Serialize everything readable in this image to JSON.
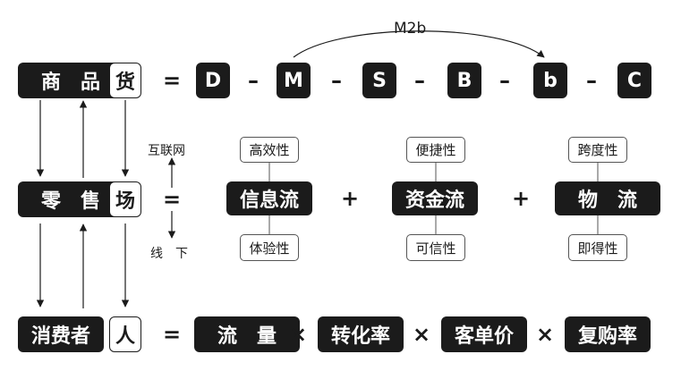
{
  "row1": {
    "left": "商品",
    "right": "货",
    "eq": "=",
    "dash": "–",
    "chain": [
      "D",
      "M",
      "S",
      "B",
      "b",
      "C"
    ],
    "arc_label": "M2b"
  },
  "row2": {
    "left": "零售",
    "right": "场",
    "eq": "=",
    "online": "互联网",
    "offline": "线下",
    "flows": [
      {
        "label": "信息流",
        "top": "高效性",
        "bottom": "体验性"
      },
      {
        "label": "资金流",
        "top": "便捷性",
        "bottom": "可信性"
      },
      {
        "label": "物流",
        "top": "跨度性",
        "bottom": "即得性"
      }
    ],
    "plus": "+"
  },
  "row3": {
    "left": "消费者",
    "right": "人",
    "eq": "=",
    "times": "×",
    "factors": [
      "流量",
      "转化率",
      "客单价",
      "复购率"
    ]
  }
}
